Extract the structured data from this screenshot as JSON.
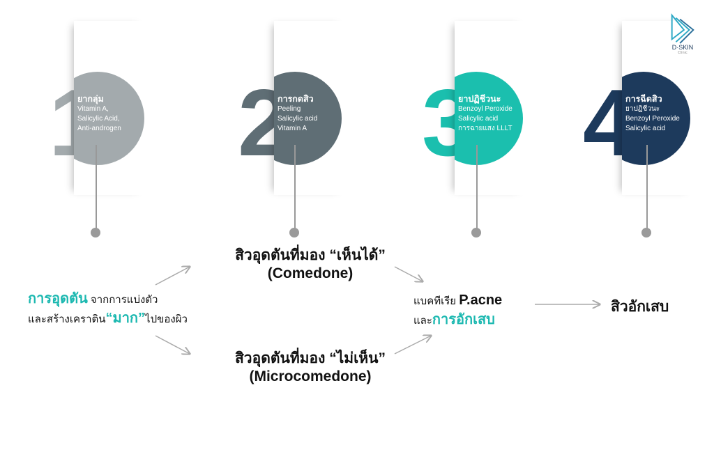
{
  "logo": {
    "name": "D·SKIN",
    "sub": "Clinic"
  },
  "steps": [
    {
      "number": "1",
      "title": "ยากลุ่ม",
      "lines": [
        "Vitamin A,",
        "Salicylic Acid,",
        "Anti-androgen"
      ],
      "color": "#a3aaad"
    },
    {
      "number": "2",
      "title": "การกดสิว",
      "lines": [
        "Peeling",
        "Salicylic acid",
        "Vitamin A"
      ],
      "color": "#5f6e75"
    },
    {
      "number": "3",
      "title": "ยาปฏิชีวนะ",
      "lines": [
        "Benzoyl Peroxide",
        "Salicylic acid",
        "การฉายแสง LLLT"
      ],
      "color": "#1bbfae"
    },
    {
      "number": "4",
      "title": "การฉีดสิว",
      "lines": [
        "ยาปฏิชีวนะ",
        "Benzoyl Peroxide",
        "Salicylic acid"
      ],
      "color": "#1d3a5c"
    }
  ],
  "flow": {
    "start": {
      "highlight": "การอุดตัน",
      "rest1": " จากการแบ่งตัว",
      "line2a": "และสร้างเคราติน",
      "line2b": "“มาก”",
      "line2c": "ไปของผิว"
    },
    "visible": {
      "title": "สิวอุดตันที่มอง “เห็นได้”",
      "sub": "(Comedone)"
    },
    "invisible": {
      "title": "สิวอุดตันที่มอง “ไม่เห็น”",
      "sub": "(Microcomedone)"
    },
    "bacteria": {
      "line1a": "แบคทีเรีย ",
      "line1b": "P.acne",
      "line2a": "และ",
      "line2b": "การอักเสบ"
    },
    "result": "สิวอักเสบ"
  }
}
